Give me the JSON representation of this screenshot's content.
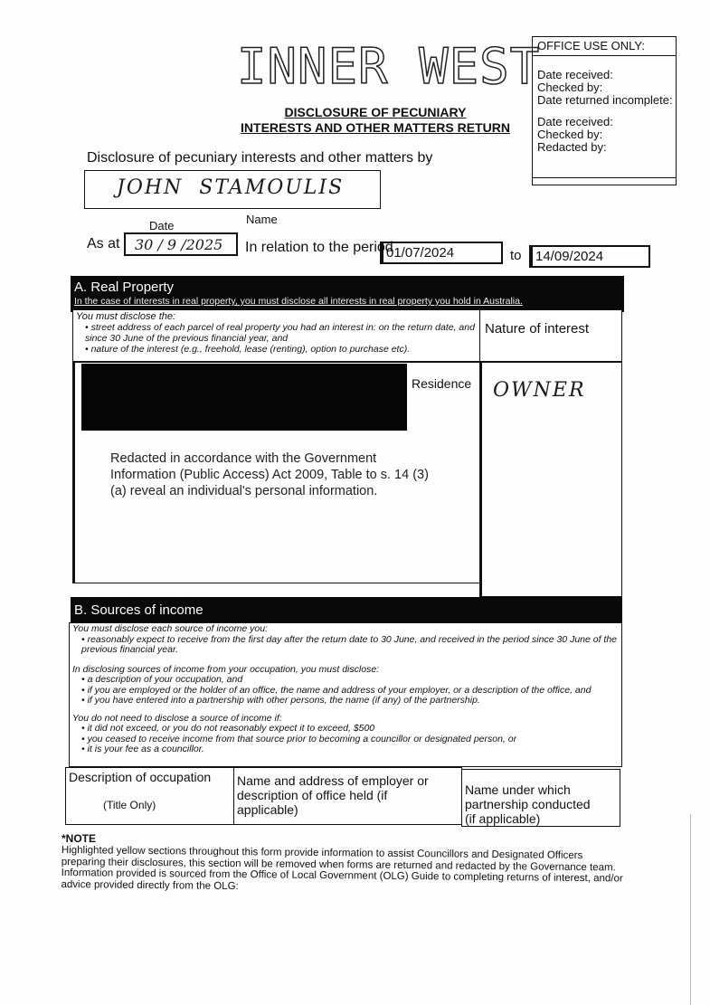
{
  "header": {
    "logo_text": "INNER WEST",
    "title_line1": "DISCLOSURE OF PECUNIARY",
    "title_line2": "INTERESTS AND OTHER MATTERS RETURN"
  },
  "office_use": {
    "title": "OFFICE USE ONLY:",
    "group1": [
      "Date received:",
      "Checked by:",
      "Date returned incomplete:"
    ],
    "group2": [
      "Date received:",
      "Checked by:",
      "Redacted by:"
    ]
  },
  "discloser": {
    "intro": "Disclosure of pecuniary interests and other matters by",
    "name_value": "JOHN  STAMOULIS",
    "name_label": "Name",
    "date_label": "Date",
    "as_at_label": "As at",
    "date_value": "30 / 9 /2025",
    "period_label": "In relation to the period",
    "period_from": "01/07/2024",
    "to_label": "to",
    "period_to": "14/09/2024"
  },
  "section_a": {
    "title": "A. Real Property",
    "subtitle": "In the case of interests in real property, you must disclose all interests in real property you hold in Australia.",
    "intro": "You must disclose the:",
    "bullets": [
      "street address of each parcel of real property you had an interest in: on the return date, and since 30 June of the previous financial year, and",
      "nature of the interest (e.g., freehold, lease (renting), option to purchase etc)."
    ],
    "nature_header": "Nature of interest",
    "residence_label": "Residence",
    "nature_value": "OWNER",
    "redaction_note": [
      "Redacted in accordance with the Government",
      "Information (Public Access) Act 2009, Table to s. 14 (3)",
      "(a) reveal an individual's personal information."
    ]
  },
  "section_b": {
    "title": "B. Sources of income",
    "p1": "You must disclose each source of income you:",
    "p1_bullets": [
      "reasonably expect to receive from the first day after the return date to 30 June, and received in the period since 30 June of the previous financial year."
    ],
    "p2": "In disclosing sources of income from your occupation, you must disclose:",
    "p2_bullets": [
      "a description of your occupation, and",
      "if you are employed or the holder of an office, the name and address of your employer, or a description of the office, and",
      "if you have entered into a partnership with other persons, the name (if any) of the partnership."
    ],
    "p3": "You do not need to disclose a source of income if:",
    "p3_bullets": [
      "it did not exceed, or you do not reasonably expect it to exceed, $500",
      "you ceased to receive income from that source prior to becoming a councillor or designated person, or",
      "it is your fee as a councillor."
    ],
    "columns": [
      {
        "header": "Description of occupation",
        "sub": "(Title Only)"
      },
      {
        "header": "Name and address of employer or description of office held (if applicable)"
      },
      {
        "header": "Name under which partnership conducted (if applicable)"
      }
    ]
  },
  "note": {
    "title": "*NOTE",
    "text": "Highlighted yellow sections throughout this form provide information to assist Councillors and Designated Officers preparing their disclosures, this section will be removed when forms are returned and redacted by the Governance team. Information provided is sourced from the Office of Local Government (OLG) Guide to completing returns of interest, and/or advice provided directly from the OLG:"
  }
}
